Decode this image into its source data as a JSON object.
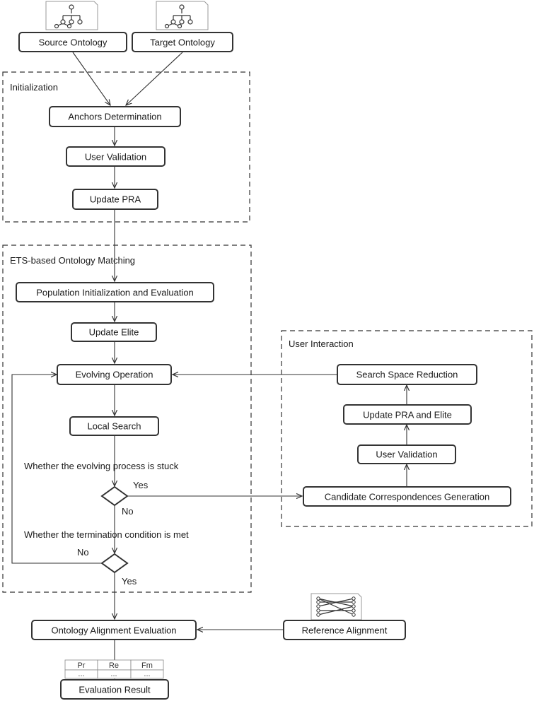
{
  "groups": {
    "initialization": "Initialization",
    "ets": "ETS-based Ontology Matching",
    "user_interaction": "User Interaction"
  },
  "nodes": {
    "source_ontology": "Source Ontology",
    "target_ontology": "Target Ontology",
    "anchors_determination": "Anchors Determination",
    "user_validation_init": "User Validation",
    "update_pra": "Update PRA",
    "population_init": "Population Initialization and Evaluation",
    "update_elite": "Update Elite",
    "evolving_operation": "Evolving Operation",
    "local_search": "Local Search",
    "search_space_reduction": "Search Space Reduction",
    "update_pra_elite": "Update  PRA and Elite",
    "user_validation_ui": "User Validation",
    "candidate_generation": "Candidate Correspondences Generation",
    "ontology_alignment_evaluation": "Ontology Alignment Evaluation",
    "reference_alignment": "Reference Alignment",
    "evaluation_result": "Evaluation Result"
  },
  "decisions": {
    "stuck_question": "Whether the evolving process is stuck",
    "stuck_yes": "Yes",
    "stuck_no": "No",
    "termination_question": "Whether the termination condition is met",
    "termination_no": "No",
    "termination_yes": "Yes"
  },
  "result_table": {
    "headers": [
      "Pr",
      "Re",
      "Fm"
    ],
    "row": [
      "...",
      "...",
      "..."
    ]
  },
  "icons": {
    "ontology": "tree-hierarchy-icon",
    "alignment": "bipartite-mapping-icon"
  },
  "colors": {
    "stroke": "#333333",
    "text": "#1a1a1a"
  }
}
